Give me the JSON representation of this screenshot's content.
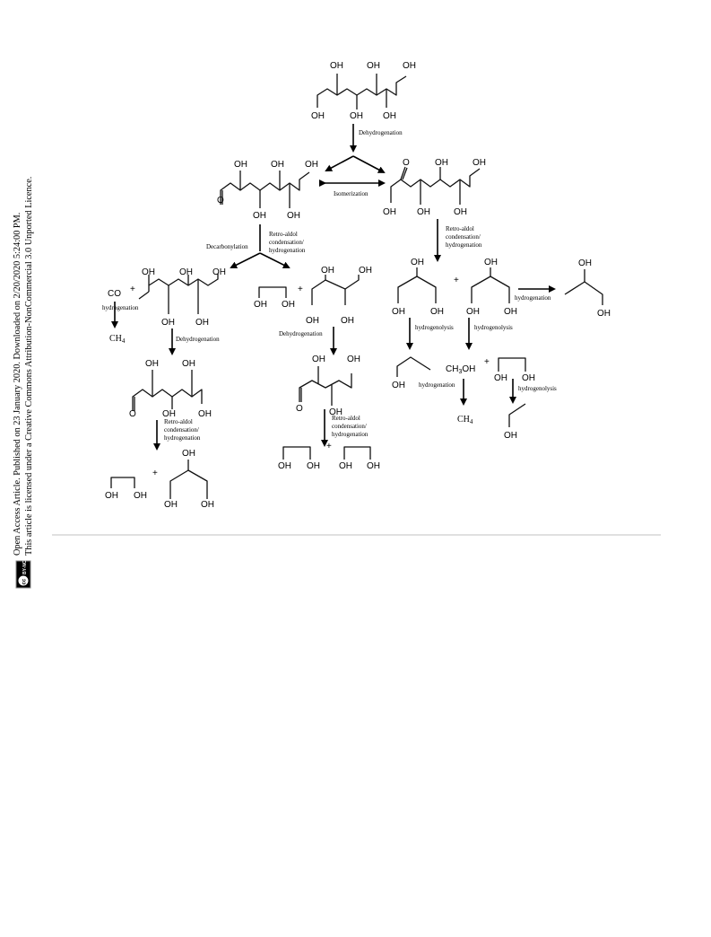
{
  "sidebar": {
    "line1": "Open Access Article. Published on 23 January 2020. Downloaded on 2/20/2020 5:24:00 PM.",
    "line2": "This article is licensed under a Creative Commons Attribution-NonCommercial 3.0 Unported Licence.",
    "badge_cc": "cc",
    "badge_text": "BY-NC"
  },
  "atoms": {
    "oh": "OH",
    "co": "CO",
    "plus": "+",
    "methanol": "CH3OH",
    "methane": "CH4"
  },
  "reactions": {
    "dehydrogenation": "Dehydrogenation",
    "isomerization": "Isomerization",
    "decarbonylation": "Decarbonylation",
    "retro_aldol": [
      "Retro-aldol",
      "condensation/",
      "hydrogenation"
    ],
    "hydrogenation": "hydrogenation",
    "hydrogenolysis": "hydrogenolysis"
  }
}
